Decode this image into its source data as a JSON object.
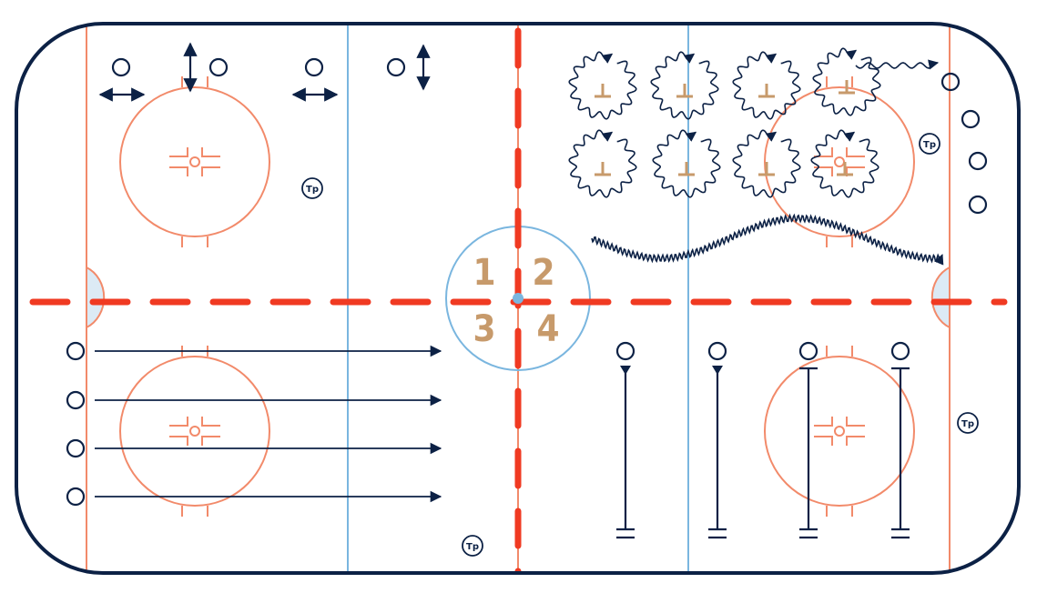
{
  "colors": {
    "board": "#0c2145",
    "goal_line": "#f28a6a",
    "blue_line": "#7ab6df",
    "center_line": "#f03a22",
    "marker": "#c79a6b",
    "crease": "#dceaf5",
    "drill": "#0c2145"
  },
  "zones": [
    "1",
    "2",
    "3",
    "4"
  ],
  "trainer_label": "Tp",
  "icons": {
    "player": "circle-outline",
    "trainer": "circle-with-text",
    "pass_arrow": "arrow-right",
    "skate_wave": "wavy-line-arrow",
    "backskate": "line-with-end-bars",
    "cone": "upside-down-T",
    "lateral": "double-headed-arrow"
  }
}
